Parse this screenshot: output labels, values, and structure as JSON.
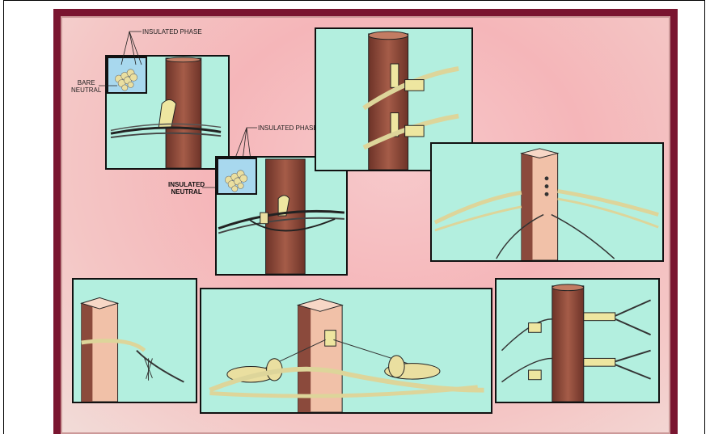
{
  "labels": {
    "insulated_phase_1": "INSULATED PHASE",
    "bare_neutral": "BARE\nNEUTRAL",
    "insulated_phase_2": "INSULATED PHASE",
    "insulated_neutral": "INSULATED\nNEUTRAL"
  },
  "colors": {
    "frame_border": "#7a1530",
    "panel_bg": "#b3efdf",
    "pole_wood": "#8b4a3c",
    "pole_concrete": "#f1c1a8",
    "cable": "#e6e6b0"
  }
}
